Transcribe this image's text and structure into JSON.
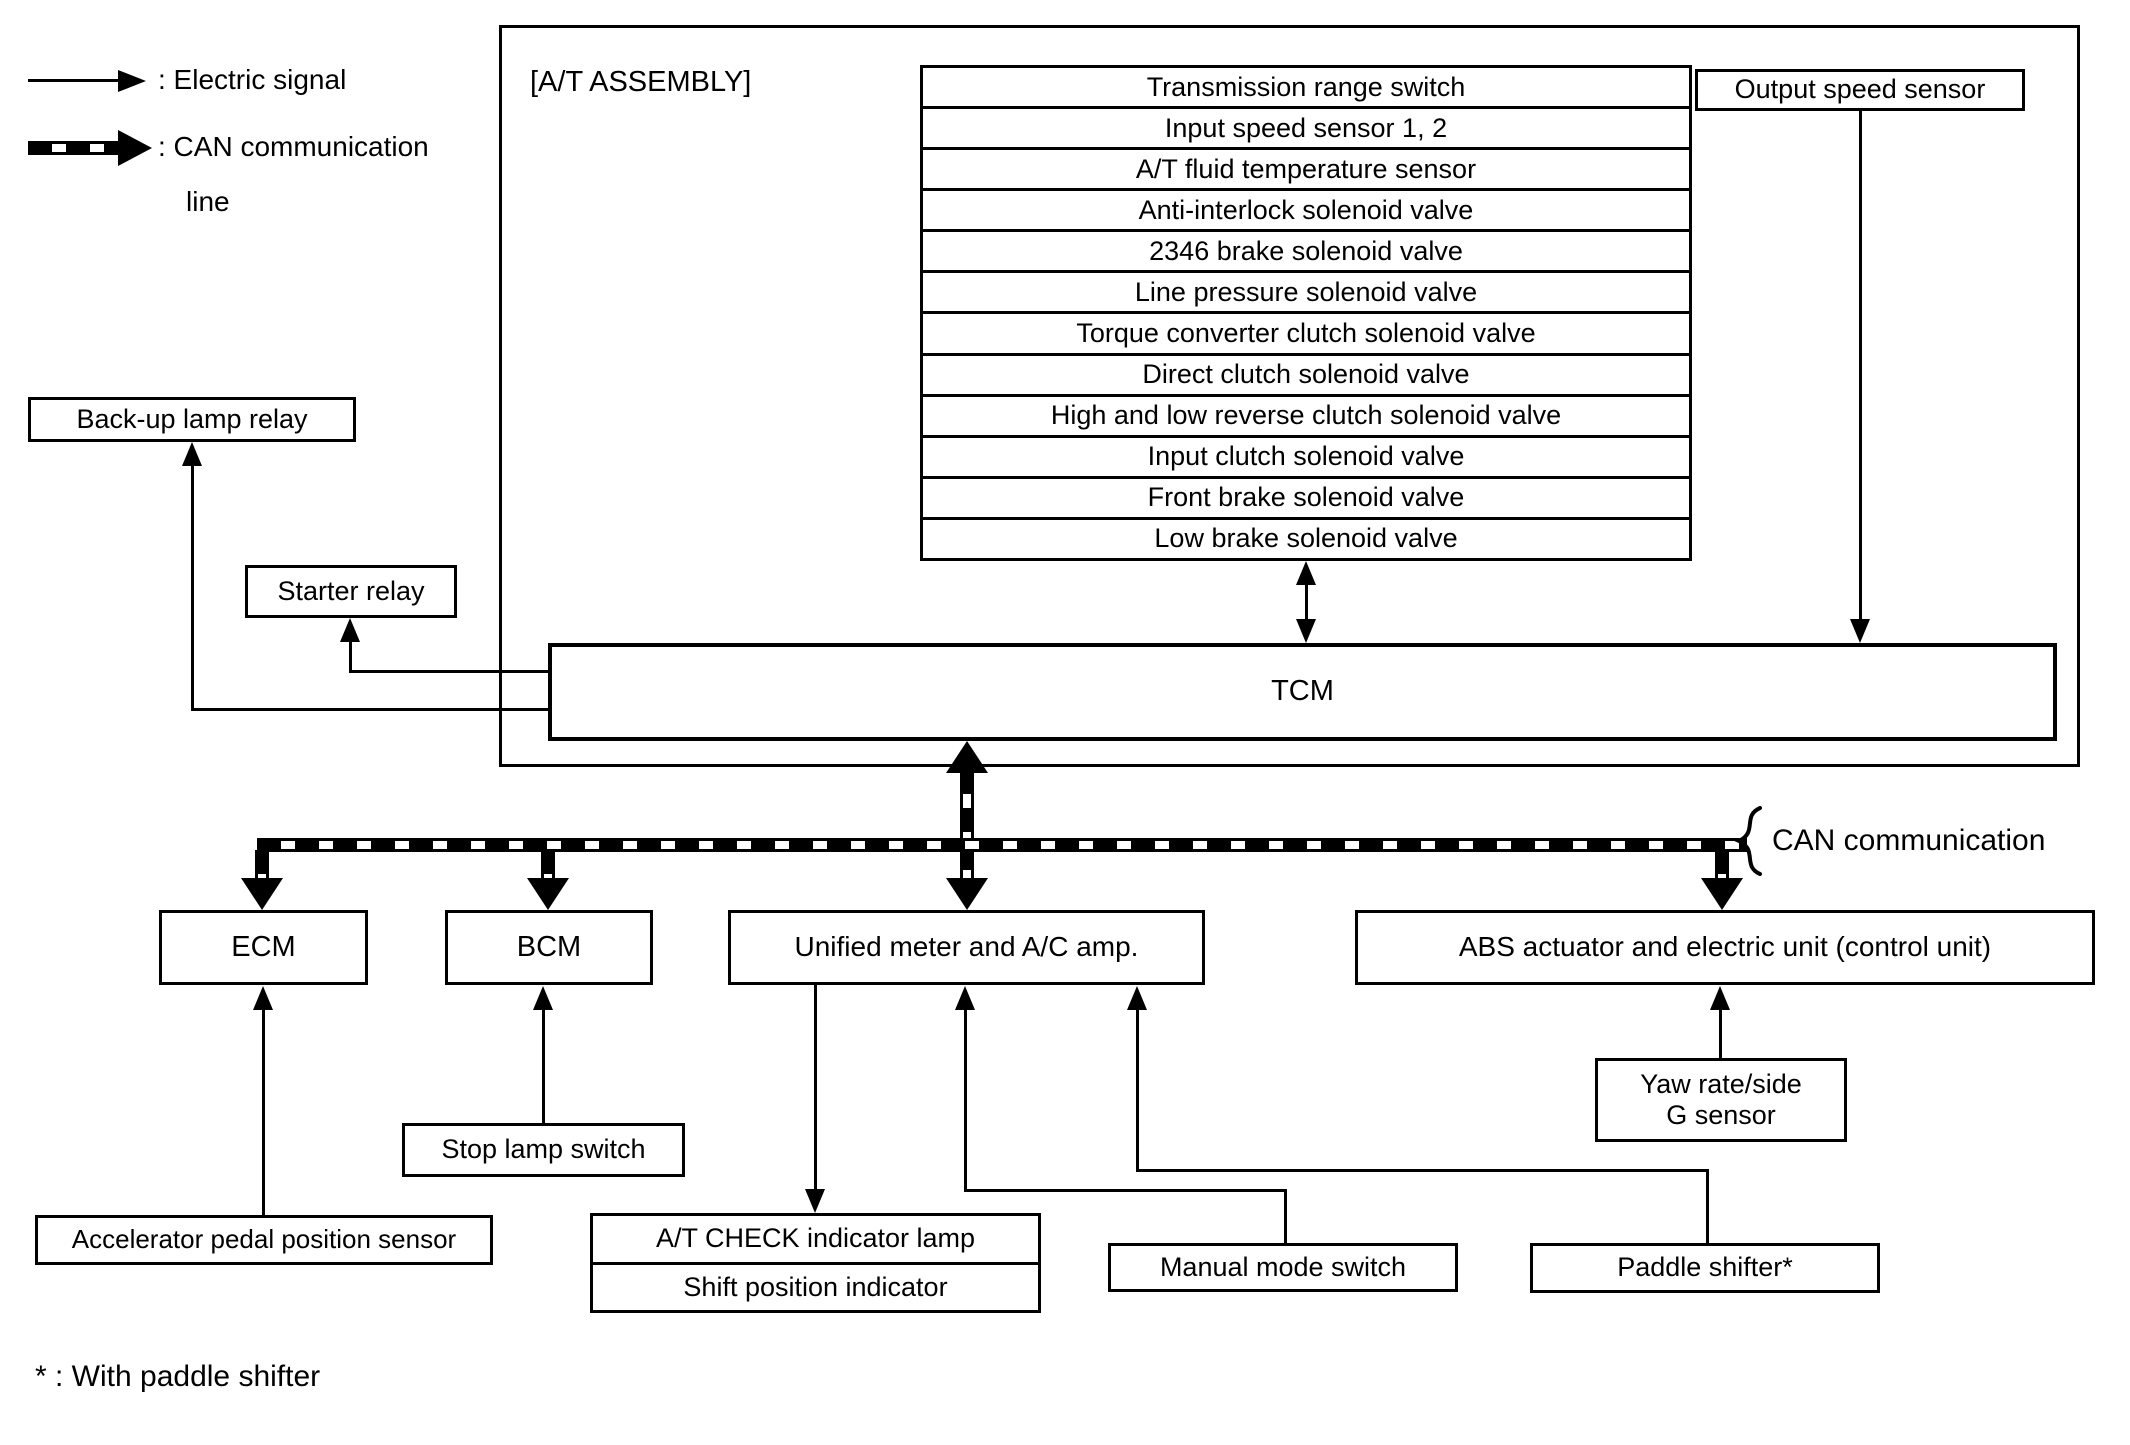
{
  "legend": {
    "electric_signal": ": Electric signal",
    "can_communication": ": CAN communication",
    "can_communication_line2": "line"
  },
  "assembly": {
    "title": "[A/T ASSEMBLY]",
    "components": [
      "Transmission range switch",
      "Input speed sensor 1, 2",
      "A/T fluid temperature sensor",
      "Anti-interlock solenoid valve",
      "2346 brake solenoid valve",
      "Line pressure solenoid valve",
      "Torque converter clutch solenoid valve",
      "Direct clutch solenoid valve",
      "High and low reverse clutch solenoid valve",
      "Input clutch solenoid valve",
      "Front brake solenoid valve",
      "Low brake solenoid valve"
    ]
  },
  "boxes": {
    "output_speed_sensor": "Output speed sensor",
    "tcm": "TCM",
    "backup_lamp_relay": "Back-up lamp relay",
    "starter_relay": "Starter relay",
    "ecm": "ECM",
    "bcm": "BCM",
    "unified_meter": "Unified meter and A/C amp.",
    "abs_unit": "ABS actuator and electric unit (control unit)",
    "accelerator_pedal_sensor": "Accelerator pedal position sensor",
    "stop_lamp_switch": "Stop lamp switch",
    "at_check_indicator_lamp": "A/T CHECK indicator lamp",
    "shift_position_indicator": "Shift position indicator",
    "manual_mode_switch": "Manual mode switch",
    "paddle_shifter": "Paddle shifter*",
    "yaw_sensor_line1": "Yaw rate/side",
    "yaw_sensor_line2": "G sensor"
  },
  "labels": {
    "can_bus": "CAN communication",
    "footnote": "* : With paddle shifter"
  },
  "colors": {
    "ink": "#000000",
    "background": "#ffffff"
  }
}
